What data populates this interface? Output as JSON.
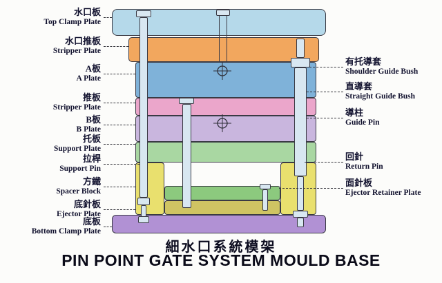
{
  "titles": {
    "chinese": "細水口系統模架",
    "english": "PIN POINT GATE SYSTEM MOULD BASE"
  },
  "left_labels": [
    {
      "cn": "水口板",
      "en": "Top Clamp Plate"
    },
    {
      "cn": "水口推板",
      "en": "Stripper Plate"
    },
    {
      "cn": "A板",
      "en": "A Plate"
    },
    {
      "cn": "推板",
      "en": "Stripper Plate"
    },
    {
      "cn": "B板",
      "en": "B Plate"
    },
    {
      "cn": "托板",
      "en": "Support Plate"
    },
    {
      "cn": "拉桿",
      "en": "Support Pin"
    },
    {
      "cn": "方鐵",
      "en": "Spacer Block"
    },
    {
      "cn": "底針板",
      "en": "Ejector Plate"
    },
    {
      "cn": "底板",
      "en": "Bottom Clamp Plate"
    }
  ],
  "right_labels": [
    {
      "cn": "有托導套",
      "en": "Shoulder Guide Bush"
    },
    {
      "cn": "直導套",
      "en": "Straight Guide Bush"
    },
    {
      "cn": "導柱",
      "en": "Guide Pin"
    },
    {
      "cn": "回針",
      "en": "Return Pin"
    },
    {
      "cn": "面針板",
      "en": "Ejector Retainer Plate"
    }
  ],
  "colors": {
    "top_clamp_plate": "#b5d9ea",
    "stripper_plate_top": "#f2a75e",
    "a_plate": "#7fb2d9",
    "stripper_plate_pink": "#eba6cb",
    "b_plate": "#c9b6de",
    "support_plate": "#a9d7a2",
    "spacer_block": "#e9e06e",
    "ejector_retainer_plate": "#8cc97e",
    "ejector_plate": "#cfc463",
    "bottom_clamp_plate": "#b191d4",
    "pin": "#d8e7f1",
    "outline": "#3a3a44",
    "label_text": "#11112e"
  }
}
